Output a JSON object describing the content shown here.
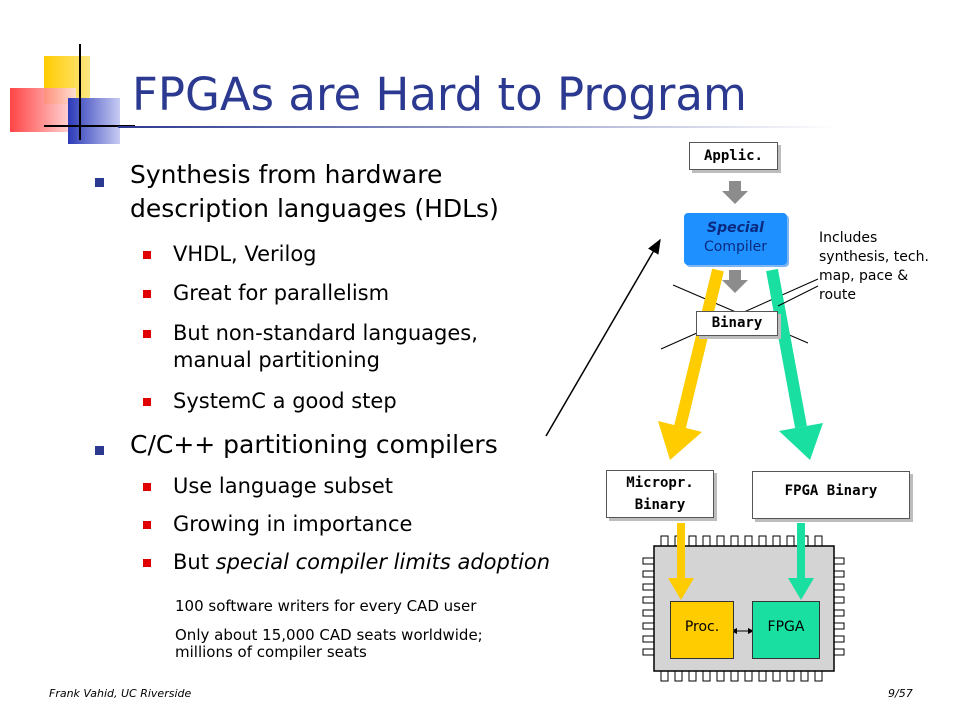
{
  "slide": {
    "title": "FPGAs are Hard to Program",
    "bullets": [
      {
        "text": "Synthesis from hardware description languages (HDLs)",
        "sub": [
          "VHDL, Verilog",
          "Great for parallelism",
          "But non-standard languages, manual partitioning",
          "SystemC a good step"
        ]
      },
      {
        "text": "C/C++ partitioning compilers",
        "sub_a": "Use language subset",
        "sub_b": "Growing in importance",
        "sub_c_plain": "But ",
        "sub_c_italic": "special compiler limits adoption"
      }
    ],
    "notes": [
      "100 software writers for every CAD user",
      "Only about 15,000 CAD seats worldwide; millions of compiler seats"
    ],
    "footer_left": "Frank Vahid, UC Riverside",
    "footer_right": "9/57"
  },
  "diagram": {
    "applic": "Applic.",
    "compiler_line1": "Special",
    "compiler_line2": "Compiler",
    "binary": "Binary",
    "side_note": "Includes synthesis, tech. map, pace & route",
    "micro_binary_line1": "Micropr.",
    "micro_binary_line2": "Binary",
    "fpga_binary": "FPGA Binary",
    "proc": "Proc.",
    "fpga": "FPGA",
    "colors": {
      "yellow": "#ffcc00",
      "green": "#19e0a0",
      "blue": "#1e90ff",
      "chip": "#d4d4d4"
    }
  }
}
